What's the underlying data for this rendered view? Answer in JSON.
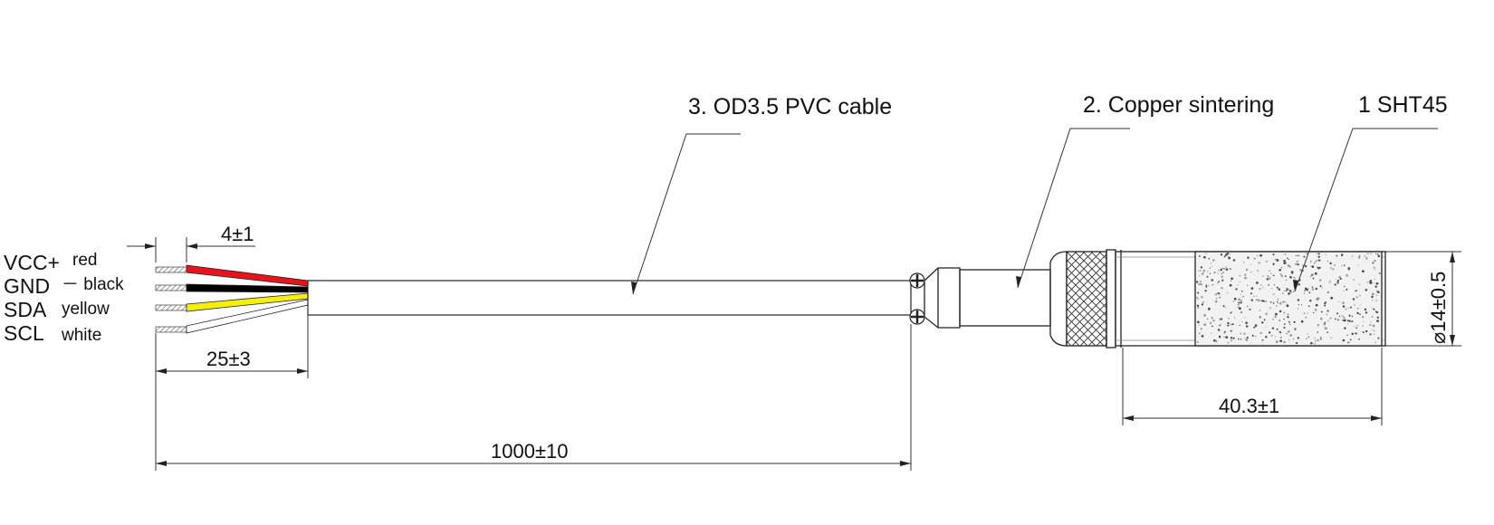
{
  "callouts": {
    "cable": "3. OD3.5 PVC cable",
    "sintering": "2. Copper sintering",
    "sensor": "1 SHT45"
  },
  "pins": [
    {
      "signal": "VCC+",
      "color_name": "red",
      "color": "#e8141c"
    },
    {
      "signal": "GND",
      "color_name": "－ black",
      "color": "#000000"
    },
    {
      "signal": "SDA",
      "color_name": "yellow",
      "color": "#f5f00a"
    },
    {
      "signal": "SCL",
      "color_name": "white",
      "color": "#ffffff"
    }
  ],
  "dimensions": {
    "strip": "4±1",
    "lead": "25±3",
    "cable_length": "1000±10",
    "probe_length": "40.3±1",
    "diameter": "⌀14±0.5"
  }
}
